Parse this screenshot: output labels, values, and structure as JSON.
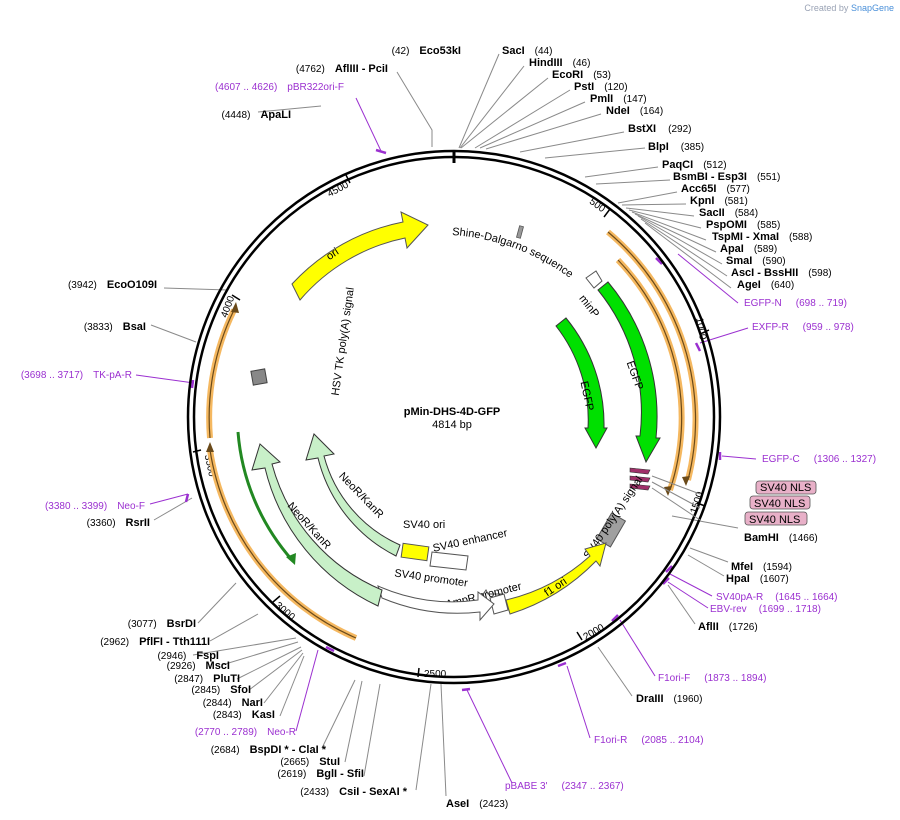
{
  "credit": {
    "prefix": "Created by",
    "brand": "SnapGene"
  },
  "plasmid": {
    "name": "pMin-DHS-4D-GFP",
    "size": "4814 bp",
    "length": 4814
  },
  "ticks": [
    {
      "bp": 500,
      "label": "500"
    },
    {
      "bp": 1000,
      "label": "1000"
    },
    {
      "bp": 1500,
      "label": "1500"
    },
    {
      "bp": 2000,
      "label": "2000"
    },
    {
      "bp": 2500,
      "label": "2500"
    },
    {
      "bp": 3000,
      "label": "3000"
    },
    {
      "bp": 3500,
      "label": "3500"
    },
    {
      "bp": 4000,
      "label": "4000"
    },
    {
      "bp": 4500,
      "label": "4500"
    }
  ],
  "sites_right": [
    {
      "name": "SacI",
      "pos": "(44)",
      "bp": 44
    },
    {
      "name": "HindIII",
      "pos": "(46)",
      "bp": 46
    },
    {
      "name": "EcoRI",
      "pos": "(53)",
      "bp": 53
    },
    {
      "name": "PstI",
      "pos": "(120)",
      "bp": 120
    },
    {
      "name": "PmlI",
      "pos": "(147)",
      "bp": 147
    },
    {
      "name": "NdeI",
      "pos": "(164)",
      "bp": 164
    },
    {
      "name": "BstXI",
      "pos": "(292)",
      "bp": 292
    },
    {
      "name": "BlpI",
      "pos": "(385)",
      "bp": 385
    },
    {
      "name": "PaqCI",
      "pos": "(512)",
      "bp": 512
    },
    {
      "name": "BsmBI - Esp3I",
      "pos": "(551)",
      "bp": 551
    },
    {
      "name": "Acc65I",
      "pos": "(577)",
      "bp": 577
    },
    {
      "name": "KpnI",
      "pos": "(581)",
      "bp": 581
    },
    {
      "name": "SacII",
      "pos": "(584)",
      "bp": 584
    },
    {
      "name": "PspOMI",
      "pos": "(585)",
      "bp": 585
    },
    {
      "name": "TspMI - XmaI",
      "pos": "(588)",
      "bp": 588
    },
    {
      "name": "ApaI",
      "pos": "(589)",
      "bp": 589
    },
    {
      "name": "SmaI",
      "pos": "(590)",
      "bp": 590
    },
    {
      "name": "AscI - BssHII",
      "pos": "(598)",
      "bp": 598
    },
    {
      "name": "AgeI",
      "pos": "(640)",
      "bp": 640
    },
    {
      "name": "BamHI",
      "pos": "(1466)",
      "bp": 1466
    },
    {
      "name": "MfeI",
      "pos": "(1594)",
      "bp": 1594
    },
    {
      "name": "HpaI",
      "pos": "(1607)",
      "bp": 1607
    },
    {
      "name": "AflII",
      "pos": "(1726)",
      "bp": 1726
    },
    {
      "name": "DraIII",
      "pos": "(1960)",
      "bp": 1960
    },
    {
      "name": "AseI",
      "pos": "(2423)",
      "bp": 2423
    }
  ],
  "sites_left": [
    {
      "name": "Eco53kI",
      "pos": "(42)",
      "bp": 42
    },
    {
      "name": "AflIII - PciI",
      "pos": "(4762)",
      "bp": 4762
    },
    {
      "name": "ApaLI",
      "pos": "(4448)",
      "bp": 4448
    },
    {
      "name": "EcoO109I",
      "pos": "(3942)",
      "bp": 3942
    },
    {
      "name": "BsaI",
      "pos": "(3833)",
      "bp": 3833
    },
    {
      "name": "RsrII",
      "pos": "(3360)",
      "bp": 3360
    },
    {
      "name": "BsrDI",
      "pos": "(3077)",
      "bp": 3077
    },
    {
      "name": "PflFI - Tth111I",
      "pos": "(2962)",
      "bp": 2962
    },
    {
      "name": "FspI",
      "pos": "(2946)",
      "bp": 2946
    },
    {
      "name": "MscI",
      "pos": "(2926)",
      "bp": 2926
    },
    {
      "name": "PluTI",
      "pos": "(2847)",
      "bp": 2847
    },
    {
      "name": "SfoI",
      "pos": "(2845)",
      "bp": 2845
    },
    {
      "name": "NarI",
      "pos": "(2844)",
      "bp": 2844
    },
    {
      "name": "KasI",
      "pos": "(2843)",
      "bp": 2843
    },
    {
      "name": "BspDI * - ClaI *",
      "pos": "(2684)",
      "bp": 2684
    },
    {
      "name": "StuI",
      "pos": "(2665)",
      "bp": 2665
    },
    {
      "name": "BglI - SfiI",
      "pos": "(2619)",
      "bp": 2619
    },
    {
      "name": "CsiI - SexAI *",
      "pos": "(2433)",
      "bp": 2433
    }
  ],
  "primers": [
    {
      "name": "pBR322ori-F",
      "range": "(4607 .. 4626)",
      "bp": 4616
    },
    {
      "name": "EGFP-N",
      "range": "(698 .. 719)",
      "bp": 708
    },
    {
      "name": "EXFP-R",
      "range": "(959 .. 978)",
      "bp": 968
    },
    {
      "name": "EGFP-C",
      "range": "(1306 .. 1327)",
      "bp": 1316
    },
    {
      "name": "SV40pA-R",
      "range": "(1645 .. 1664)",
      "bp": 1654
    },
    {
      "name": "EBV-rev",
      "range": "(1699 .. 1718)",
      "bp": 1708
    },
    {
      "name": "F1ori-F",
      "range": "(1873 .. 1894)",
      "bp": 1883
    },
    {
      "name": "F1ori-R",
      "range": "(2085 .. 2104)",
      "bp": 2094
    },
    {
      "name": "pBABE 3'",
      "range": "(2347 .. 2367)",
      "bp": 2357
    },
    {
      "name": "Neo-R",
      "range": "(2770 .. 2789)",
      "bp": 2779
    },
    {
      "name": "Neo-F",
      "range": "(3380 .. 3399)",
      "bp": 3389
    },
    {
      "name": "TK-pA-R",
      "range": "(3698 .. 3717)",
      "bp": 3707
    }
  ],
  "features": [
    {
      "name": "ori",
      "color": "#ffff00"
    },
    {
      "name": "Shine-Dalgarno sequence",
      "color": "#999999"
    },
    {
      "name": "minP",
      "color": "#ffffff"
    },
    {
      "name": "EGFP",
      "color": "#00e000"
    },
    {
      "name": "EGFP",
      "color": "#00e000"
    },
    {
      "name": "SV40 NLS",
      "color": "#e8b0c8"
    },
    {
      "name": "SV40 NLS",
      "color": "#e8b0c8"
    },
    {
      "name": "SV40 NLS",
      "color": "#e8b0c8"
    },
    {
      "name": "SV40 poly(A) signal",
      "color": "#a0a0a0"
    },
    {
      "name": "f1 ori",
      "color": "#ffff00"
    },
    {
      "name": "AmpR promoter",
      "color": "#ffffff"
    },
    {
      "name": "SV40 promoter",
      "color": "#ffffff"
    },
    {
      "name": "SV40 ori",
      "color": "#ffff00"
    },
    {
      "name": "SV40 enhancer",
      "color": "#ffffff"
    },
    {
      "name": "NeoR/KanR",
      "color": "#c8f0c8"
    },
    {
      "name": "NeoR/KanR",
      "color": "#c8f0c8"
    },
    {
      "name": "HSV TK poly(A) signal",
      "color": "#a0a0a0"
    }
  ],
  "colors": {
    "primer": "#9b30d0",
    "orange_band": "#f5b860",
    "dark_green": "#228822",
    "brand": "#4a90d9"
  }
}
